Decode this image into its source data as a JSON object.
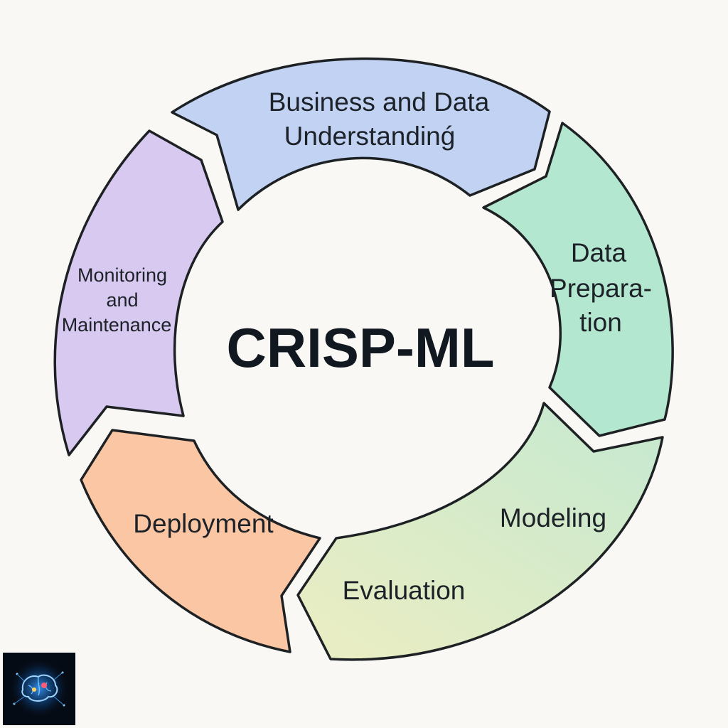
{
  "title": "CRISP-ML",
  "phases": [
    {
      "id": "business",
      "lines": [
        "Business and Data",
        "Understandinǵ"
      ],
      "fill": "#c1d2f3"
    },
    {
      "id": "preparation",
      "lines": [
        "Data",
        "Prepara-",
        "tion"
      ],
      "fill": "#b4e7cf"
    },
    {
      "id": "modeling",
      "lines": [
        "Modeling"
      ],
      "fill": "#cfeace"
    },
    {
      "id": "evaluation",
      "lines": [
        "Evaluation"
      ],
      "fill": "#e5ebc6"
    },
    {
      "id": "deployment",
      "lines": [
        "Deployment"
      ],
      "fill": "#fbc6a3"
    },
    {
      "id": "monitoring",
      "lines": [
        "Monitoring",
        "and",
        "Maintenance"
      ],
      "fill": "#d8c9f0"
    }
  ],
  "colors": {
    "outline": "#1d2124",
    "text": "#1c2228",
    "background": "#f9f8f5"
  },
  "logo": {
    "icon": "brain-circuit-icon"
  }
}
